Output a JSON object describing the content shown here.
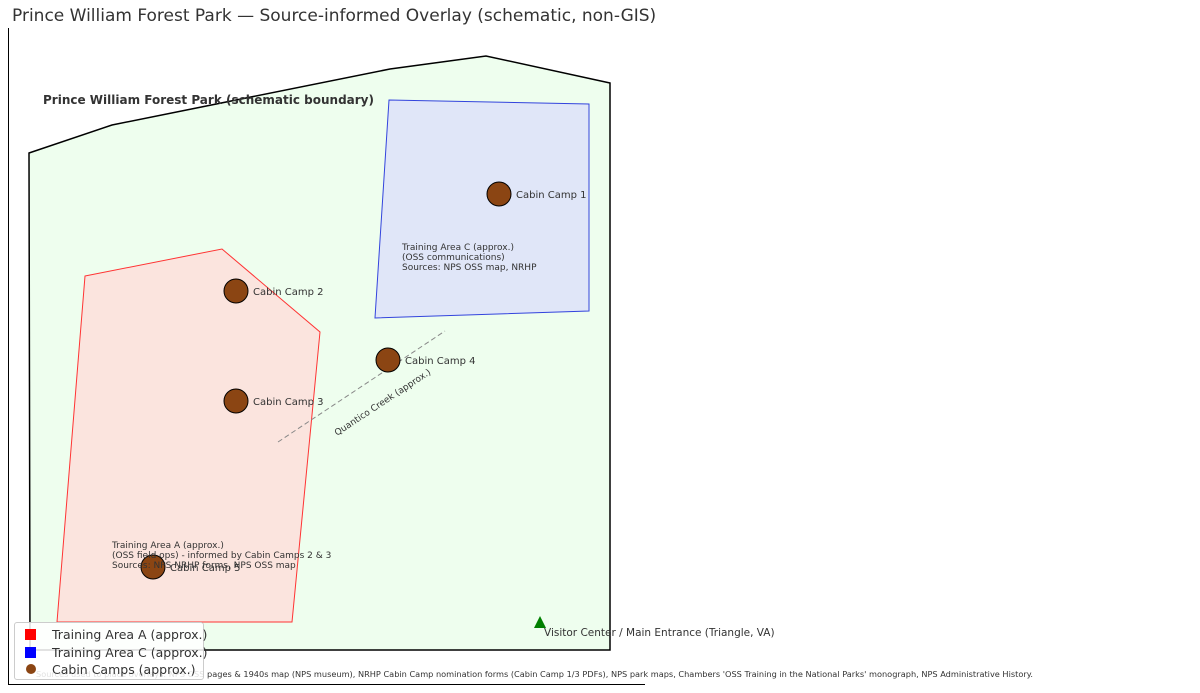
{
  "title": "Prince William Forest Park — Source-informed Overlay (schematic, non-GIS)",
  "park": {
    "label": "Prince William Forest Park (schematic boundary)",
    "fill": "#eefeee",
    "stroke": "#000000"
  },
  "training_area_a": {
    "note_lines": [
      "Training Area A (approx.)",
      "(OSS field ops) - informed by Cabin Camps 2 & 3",
      "Sources: NPS NRHP forms, NPS OSS map"
    ],
    "fill": "#fbe4de",
    "stroke": "#ff3333"
  },
  "training_area_c": {
    "note_lines": [
      "Training Area C (approx.)",
      "(OSS communications)",
      "Sources: NPS OSS map, NRHP"
    ],
    "fill": "#e0e6f8",
    "stroke": "#3344dd"
  },
  "cabin_camps": [
    {
      "label": "Cabin Camp 1"
    },
    {
      "label": "Cabin Camp 2"
    },
    {
      "label": "Cabin Camp 3"
    },
    {
      "label": "Cabin Camp 4"
    },
    {
      "label": "Cabin Camp 5"
    }
  ],
  "cabin_camp_color": "#8b4513",
  "creek": {
    "label": "Quantico Creek (approx.)"
  },
  "visitor_center": {
    "label": "Visitor Center / Main Entrance (Triangle, VA)",
    "color": "#008000"
  },
  "legend": {
    "items": [
      {
        "label": "Training Area A (approx.)",
        "color": "#ff0000"
      },
      {
        "label": "Training Area C (approx.)",
        "color": "#0000ff"
      },
      {
        "label": "Cabin Camps (approx.)",
        "color": "#8b4513"
      }
    ]
  },
  "sources_note": "Sources used to place overlays: NPS OSS pages & 1940s map (NPS museum), NRHP Cabin Camp nomination forms (Cabin Camp 1/3 PDFs), NPS park maps, Chambers 'OSS Training in the National Parks' monograph, NPS Administrative History."
}
